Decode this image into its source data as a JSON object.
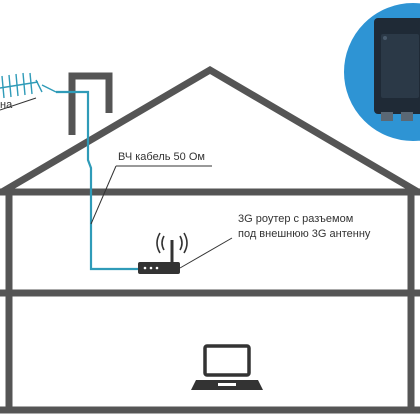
{
  "labels": {
    "antenna_partial": "на",
    "cable": "ВЧ кабель 50 Ом",
    "router_line1": "3G роутер с разъемом",
    "router_line2": "под внешнюю 3G антенну"
  },
  "colors": {
    "house_outline": "#555555",
    "cable": "#2f9bb8",
    "device": "#333333",
    "label_text": "#333333",
    "inset_circle": "#2e94d4",
    "inset_device": "#1f2a36"
  },
  "icons": {
    "antenna": "yagi-antenna-icon",
    "router": "router-icon",
    "laptop": "laptop-icon",
    "inset": "device-photo-inset"
  }
}
